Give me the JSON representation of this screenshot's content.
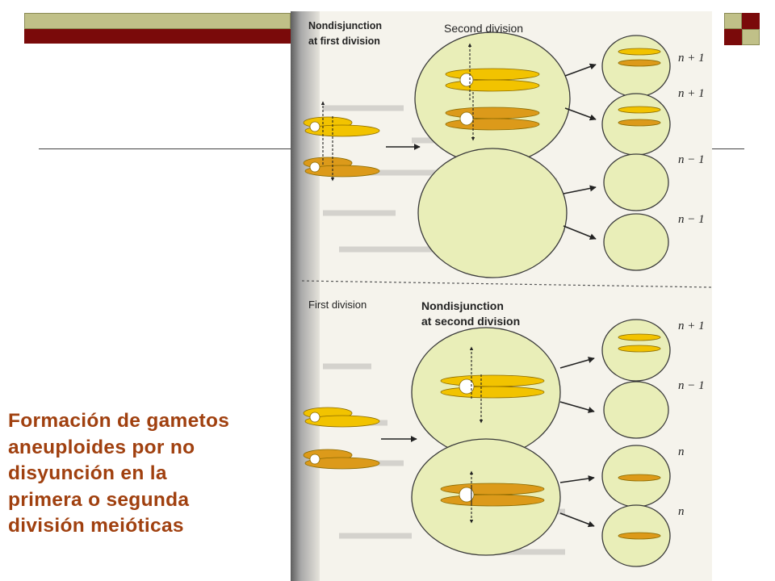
{
  "figure": {
    "top_left_label": [
      "Nondisjunction",
      "at first division"
    ],
    "top_right_label": "Second division",
    "bottom_left_label": "First division",
    "bottom_right_label": [
      "Nondisjunction",
      "at second division"
    ],
    "gamete_labels": [
      "n + 1",
      "n + 1",
      "n − 1",
      "n − 1",
      "n + 1",
      "n − 1",
      "n",
      "n"
    ]
  },
  "caption": {
    "lines": [
      "Formación de gametos",
      "aneuploides por no",
      "disyunción en la",
      "primera o segunda",
      "división meióticas"
    ]
  },
  "colors": {
    "maroon": "#7a0a0a",
    "olive": "#c0c088",
    "caption": "#a0400f",
    "cell_fill": "#e9eeb8",
    "chromosome_yellow": "#f2c300",
    "chromosome_orange": "#dc9a1a"
  }
}
